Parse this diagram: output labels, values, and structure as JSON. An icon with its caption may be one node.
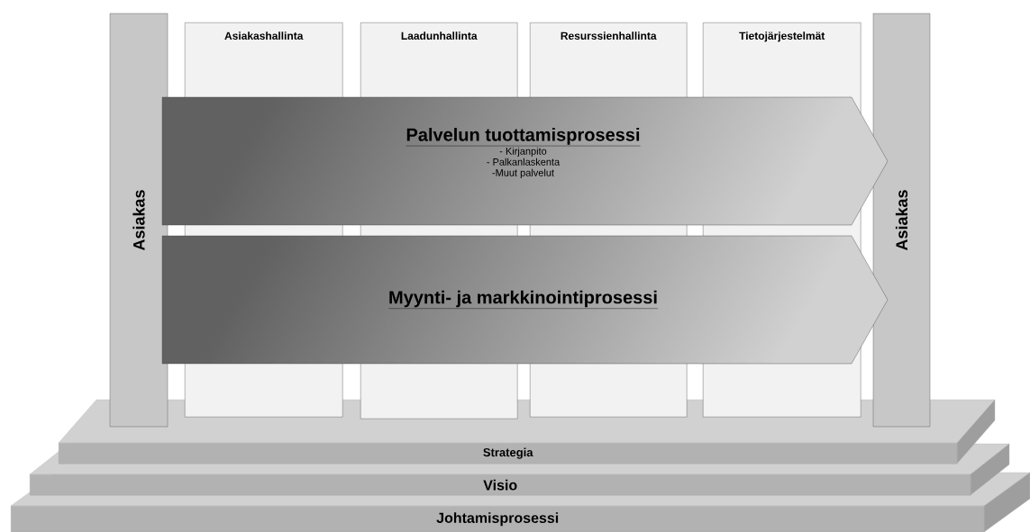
{
  "diagram": {
    "nodes": [
      {
        "text": [
          "Asiakas"
        ]
      },
      {
        "text": [
          "Asiakashallinta"
        ]
      },
      {
        "text": [
          "Laadunhallinta"
        ]
      },
      {
        "text": [
          "Resurssienhallinta"
        ]
      },
      {
        "text": [
          "Tietojärjestelmät"
        ]
      },
      {
        "text": [
          "Asiakas"
        ]
      },
      {
        "text": [
          "Palvelun tuottamisprosessi",
          "- Kirjanpito",
          "- Palkanlaskenta",
          "-Muut palvelut"
        ]
      },
      {
        "text": [
          "Myynti- ja markkinointiprosessi"
        ]
      },
      {
        "text": [
          "Strategia"
        ]
      },
      {
        "text": [
          "Visio"
        ]
      },
      {
        "text": [
          "Johtamisprosessi"
        ]
      }
    ]
  }
}
